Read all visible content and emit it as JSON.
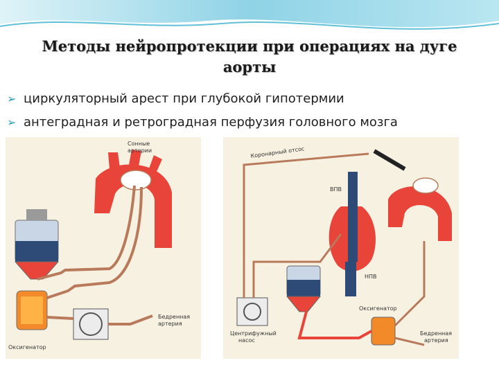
{
  "slide": {
    "title_line1": "Методы нейропротекции при операциях на дуге",
    "title_line2": "аорты",
    "bullets": [
      "циркуляторный арест при глубокой гипотермии",
      "антеградная и ретроградная перфузия головного мозга"
    ]
  },
  "left_figure": {
    "label_carotid_line1": "Сонные",
    "label_carotid_line2": "артерии",
    "label_femoral_line1": "Бедренная",
    "label_femoral_line2": "артерия",
    "label_oxygenator": "Оксигенатор"
  },
  "right_figure": {
    "label_coronary": "Коронарный отсос",
    "label_svc": "ВПВ",
    "label_ivc": "НПВ",
    "label_oxygenator": "Оксигенатор",
    "label_centrifugal_line1": "Центрифужный",
    "label_centrifugal_line2": "насос",
    "label_femoral_line1": "Бедренная",
    "label_femoral_line2": "артерия"
  },
  "colors": {
    "accent": "#2a9fb8",
    "artery_red": "#e8443a",
    "tube": "#b87a5a",
    "panel_bg": "#f7f1e2"
  },
  "icons": {
    "bullet": "arrow-bullet-icon"
  }
}
